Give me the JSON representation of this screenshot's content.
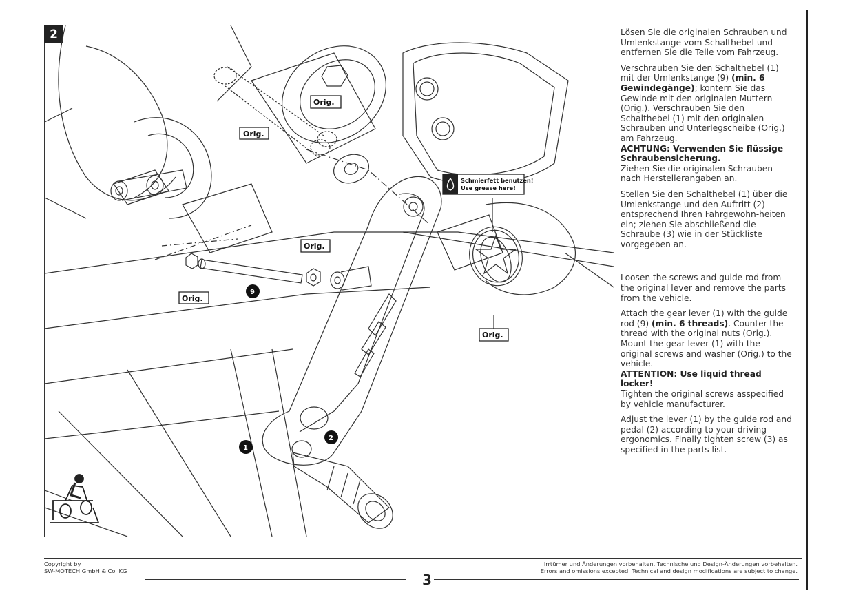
{
  "step": "2",
  "callouts": {
    "orig": "Orig.",
    "grease_de": "Schmierfett benutzen!",
    "grease_en": "Use grease here!",
    "part1": "1",
    "part2": "2",
    "part9": "9"
  },
  "de": {
    "p1": "Lösen Sie die originalen Schrauben und Umlenkstange vom Schalthebel und entfernen Sie die Teile vom Fahrzeug.",
    "p2a": "Verschrauben Sie den Schalthebel (1) mit der Umlenkstange (9) ",
    "p2b": "(min. 6 Gewindegänge)",
    "p2c": "; kontern Sie das Gewinde mit den originalen Muttern (Orig.). Verschrauben Sie den Schalthebel (1) mit den originalen Schrauben und Unterlegscheibe (Orig.) am Fahrzeug.",
    "attention": "ACHTUNG: Verwenden Sie flüssige Schraubensicherung.",
    "p3": "Ziehen Sie die originalen Schrauben nach Herstellerangaben an.",
    "p4": "Stellen Sie den Schalthebel (1) über die Umlenkstange und den Auftritt (2) entsprechend Ihren Fahrgewohn-heiten ein; ziehen Sie abschließend die Schraube (3) wie in der Stückliste vorgegeben an."
  },
  "en": {
    "p1": "Loosen the screws and guide rod from the original lever and remove the parts from the vehicle.",
    "p2a": "Attach the gear lever (1) with the guide rod (9) ",
    "p2b": "(min. 6 threads)",
    "p2c": ". Counter the thread with the original nuts (Orig.). Mount the gear lever (1) with the original screws and washer (Orig.) to the vehicle.",
    "attention": "ATTENTION: Use liquid thread locker!",
    "p3": "Tighten the original screws asspecified by vehicle manufacturer.",
    "p4": "Adjust the lever (1) by the guide rod and pedal (2) according to your driving ergonomics. Finally tighten screw (3) as specified in the parts list."
  },
  "footer": {
    "copyright_line1": "Copyright by",
    "copyright_line2": "SW-MOTECH GmbH & Co. KG",
    "disclaimer_de": "Irrtümer und Änderungen vorbehalten. Technische und Design-Änderungen vorbehalten.",
    "disclaimer_en": "Errors and omissions excepted. Technical and design modifications are subject to change.",
    "page_number": "3"
  }
}
